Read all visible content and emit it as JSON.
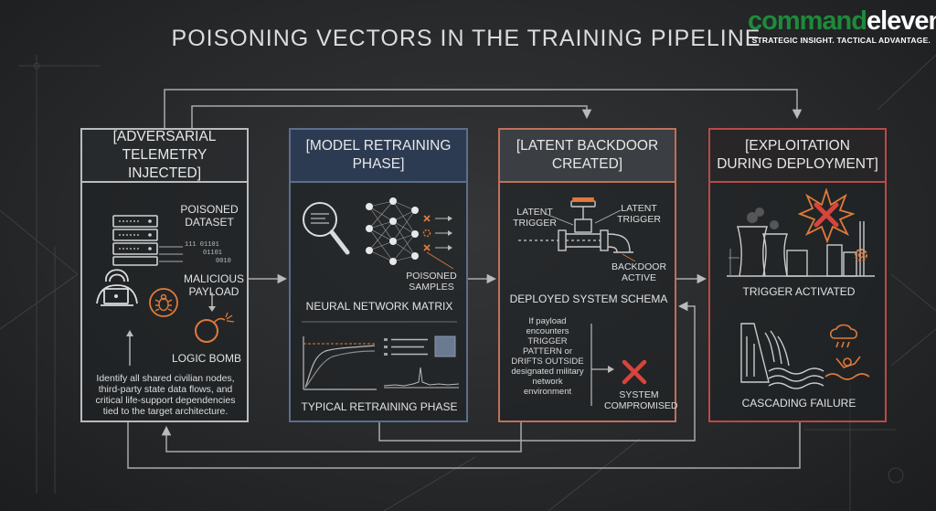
{
  "title": "POISONING VECTORS IN THE TRAINING PIPELINE",
  "logo": {
    "part1": "command",
    "part2": "eleven",
    "tagline": "STRATEGIC INSIGHT. TACTICAL ADVANTAGE.",
    "colors": {
      "green": "#1e8a3a",
      "white": "#ffffff"
    }
  },
  "panels": [
    {
      "heading": "[ADVERSARIAL TELEMETRY INJECTED]",
      "labels": {
        "poisoned_dataset": "POISONED DATASET",
        "binary_1": "111  01101",
        "binary_2": "01101",
        "binary_3": "0010",
        "malicious_payload": "MALICIOUS PAYLOAD",
        "logic_bomb": "LOGIC BOMB",
        "description": "Identify all shared civilian nodes, third-party state data flows, and critical life-support dependencies tied to the target architecture."
      },
      "icons": [
        "server-rack-icon",
        "hacker-icon",
        "bug-icon",
        "bomb-icon"
      ],
      "border_color": "#b9bbbd"
    },
    {
      "heading": "[MODEL RETRAINING PHASE]",
      "labels": {
        "poisoned_samples": "POISONED SAMPLES",
        "neural_network_matrix": "NEURAL NETWORK MATRIX",
        "typical_retraining_phase": "TYPICAL RETRAINING PHASE"
      },
      "icons": [
        "magnifier-icon",
        "neural-network-icon",
        "line-graph-icon",
        "dashboard-icon"
      ],
      "border_color": "#5b6f8c"
    },
    {
      "heading": "[LATENT BACKDOOR CREATED]",
      "labels": {
        "latent_trigger_left": "LATENT TRIGGER",
        "latent_trigger_right": "LATENT TRIGGER",
        "backdoor_active": "BACKDOOR ACTIVE",
        "deployed_system_schema": "DEPLOYED SYSTEM SCHEMA",
        "condition_text": "If payload encounters TRIGGER PATTERN or DRIFTS OUTSIDE designated military network environment",
        "system_compromised": "SYSTEM COMPROMISED"
      },
      "icons": [
        "pipe-valve-icon",
        "red-x-icon"
      ],
      "border_color": "#c0705a"
    },
    {
      "heading": "[EXPLOITATION DURING DEPLOYMENT]",
      "labels": {
        "trigger_activated": "TRIGGER ACTIVATED",
        "cascading_failure": "CASCADING FAILURE"
      },
      "icons": [
        "power-plant-icon",
        "explosion-icon",
        "dam-flood-icon",
        "drowning-person-icon"
      ],
      "border_color": "#b84a48"
    }
  ],
  "colors": {
    "background": "#2a2c2e",
    "line": "#a8aaac",
    "accent_orange": "#e07a3a",
    "accent_red": "#d8443c"
  }
}
